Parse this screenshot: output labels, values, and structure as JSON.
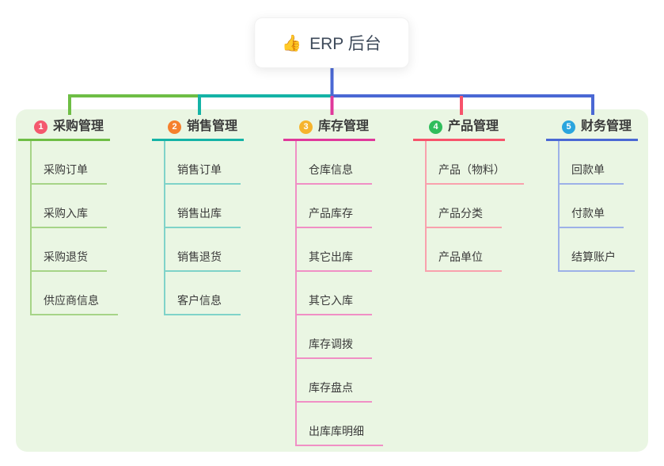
{
  "root": {
    "icon": "👍",
    "label": "ERP 后台"
  },
  "colors": {
    "canvas_bg": "#ffffff",
    "panel_bg": "#eaf6e3",
    "root_stem": "#4a68d4",
    "root_text": "#3e4a5a"
  },
  "branches": [
    {
      "num": "1",
      "label": "采购管理",
      "badge": "#f4596e",
      "line": "#6ebe45",
      "child_line": "#a6d487",
      "children": [
        "采购订单",
        "采购入库",
        "采购退货",
        "供应商信息"
      ]
    },
    {
      "num": "2",
      "label": "销售管理",
      "badge": "#f5802d",
      "line": "#14b3a6",
      "child_line": "#7fd3c9",
      "children": [
        "销售订单",
        "销售出库",
        "销售退货",
        "客户信息"
      ]
    },
    {
      "num": "3",
      "label": "库存管理",
      "badge": "#f6b42d",
      "line": "#e0399b",
      "child_line": "#f08fc5",
      "children": [
        "仓库信息",
        "产品库存",
        "其它出库",
        "其它入库",
        "库存调拨",
        "库存盘点",
        "出库库明细"
      ]
    },
    {
      "num": "4",
      "label": "产品管理",
      "badge": "#2fbd5b",
      "line": "#f7536b",
      "child_line": "#f9a1ad",
      "children": [
        "产品（物料）",
        "产品分类",
        "产品单位"
      ]
    },
    {
      "num": "5",
      "label": "财务管理",
      "badge": "#2aa5de",
      "line": "#4a68d4",
      "child_line": "#9db1e8",
      "children": [
        "回款单",
        "付款单",
        "结算账户"
      ]
    }
  ]
}
